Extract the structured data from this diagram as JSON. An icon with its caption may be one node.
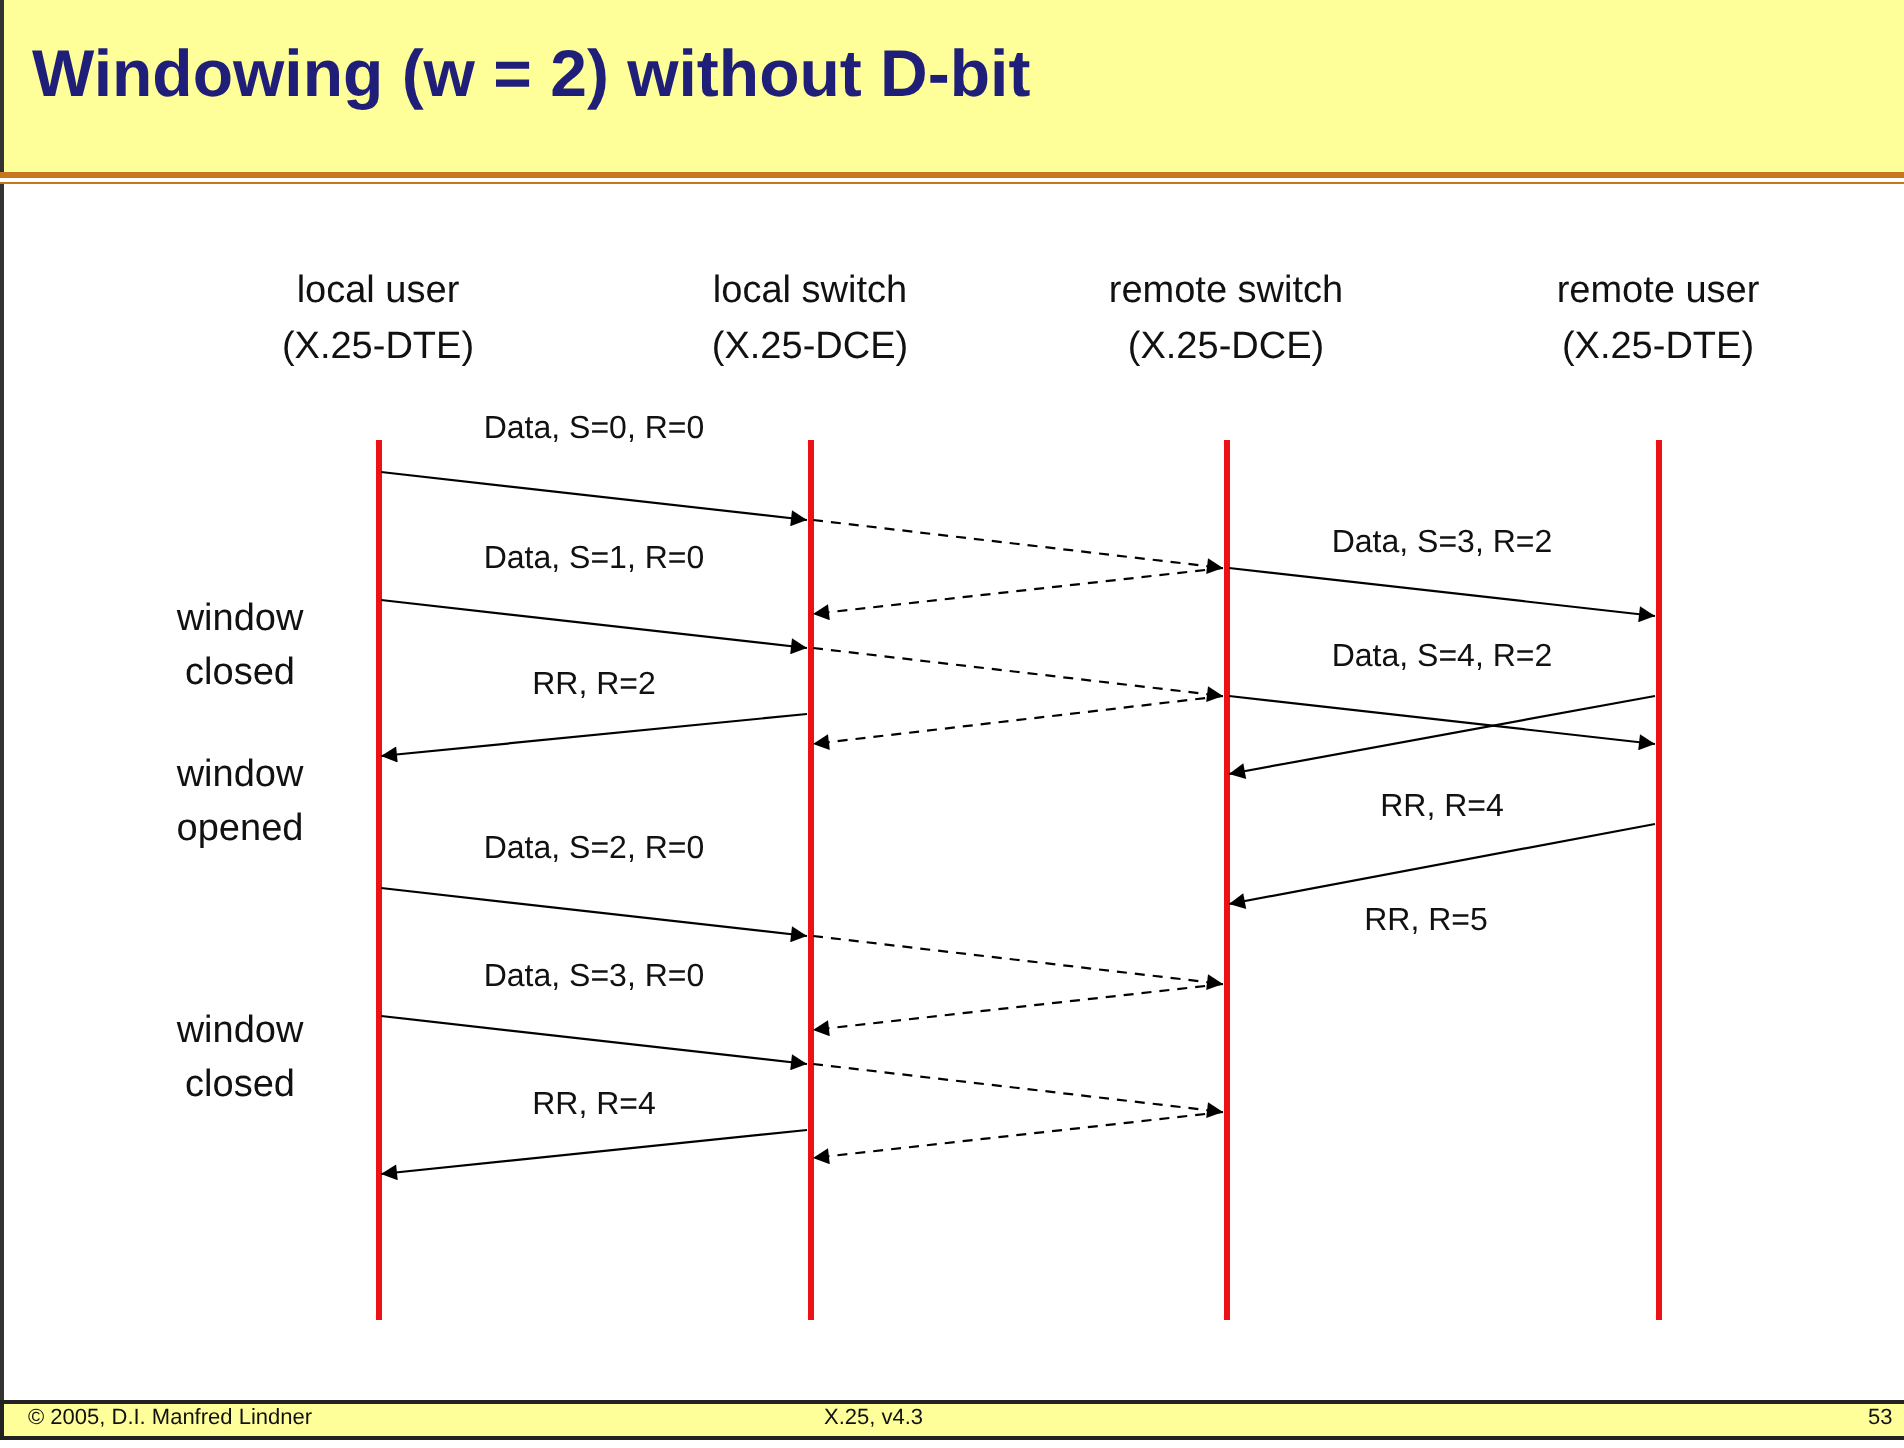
{
  "diagram": {
    "title": "Windowing (w = 2) without D-bit",
    "nodes": [
      {
        "text": [
          "local user (X.25-DTE)"
        ]
      },
      {
        "text": [
          "local switch (X.25-DCE)"
        ]
      },
      {
        "text": [
          "remote switch (X.25-DCE)"
        ]
      },
      {
        "text": [
          "remote user (X.25-DTE)"
        ]
      }
    ],
    "edges": [
      {
        "from": 0,
        "to": 1,
        "arrow": "to",
        "label": "Data, S=0, R=0"
      },
      {
        "from": 1,
        "to": 2,
        "arrow": "to",
        "style": "dashed"
      },
      {
        "from": 2,
        "to": 1,
        "arrow": "to",
        "style": "dashed"
      },
      {
        "from": 2,
        "to": 3,
        "arrow": "to",
        "label": "Data, S=3, R=2"
      },
      {
        "from": 0,
        "to": 1,
        "arrow": "to",
        "label": "Data, S=1, R=0"
      },
      {
        "from": 1,
        "to": 2,
        "arrow": "to",
        "style": "dashed"
      },
      {
        "from": 2,
        "to": 3,
        "arrow": "to",
        "label": "Data, S=4, R=2"
      },
      {
        "from": 3,
        "to": 2,
        "arrow": "to"
      },
      {
        "from": 1,
        "to": 0,
        "arrow": "to",
        "label": "RR, R=2"
      },
      {
        "from": 2,
        "to": 1,
        "arrow": "to",
        "style": "dashed"
      },
      {
        "from": 3,
        "to": 2,
        "arrow": "to",
        "label": "RR, R=4"
      },
      {
        "from": 0,
        "to": 1,
        "arrow": "to",
        "label": "Data, S=2, R=0"
      },
      {
        "from": 1,
        "to": 2,
        "arrow": "to",
        "style": "dashed"
      },
      {
        "from": 2,
        "to": 1,
        "arrow": "to",
        "style": "dashed"
      },
      {
        "from": 0,
        "to": 1,
        "arrow": "to",
        "label": "Data, S=3, R=0"
      },
      {
        "from": 1,
        "to": 2,
        "arrow": "to",
        "style": "dashed"
      },
      {
        "from": 1,
        "to": 0,
        "arrow": "to",
        "label": "RR, R=4"
      },
      {
        "from": 2,
        "to": 1,
        "arrow": "to",
        "style": "dashed"
      }
    ],
    "labels": [
      "window closed",
      "window opened",
      "RR, R=5",
      "window closed",
      "© 2005, D.I. Manfred Lindner",
      "X.25, v4.3",
      "53"
    ]
  }
}
